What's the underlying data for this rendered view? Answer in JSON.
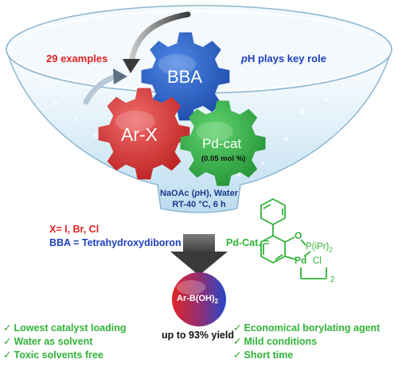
{
  "funnel": {
    "examples_text": "29 examples",
    "ph_italic": "p",
    "ph_text": "H plays key role",
    "conditions_line1_prefix": "NaOAc (",
    "conditions_line1_italic": "p",
    "conditions_line1_suffix": "H), Water",
    "conditions_line2": "RT-40 °C, 6 h"
  },
  "gears": {
    "bba_label": "BBA",
    "arx_label": "Ar-X",
    "pdcat_label": "Pd-cat",
    "pdcat_loading": "(0.05 mol %)",
    "product_label": "Ar-B(OH)",
    "product_sub": "2"
  },
  "definitions": {
    "x_def": "X= I, Br, Cl",
    "bba_def": "BBA = Tetrahydroxydiboron",
    "pdcat_def": "Pd-Cat. ="
  },
  "structure": {
    "o_label": "O",
    "p_label": "P(iPr)",
    "p_sub": "2",
    "pd_label": "Pd",
    "cl_label": "Cl",
    "dimer_sub": "2"
  },
  "yield_text": "up to 93% yield",
  "features_left": [
    "Lowest catalyst loading",
    "Water as solvent",
    "Toxic solvents free"
  ],
  "features_right": [
    "Economical borylating agent",
    "Mild conditions",
    "Short time"
  ],
  "check_glyph": "✓",
  "colors": {
    "red": "#e02020",
    "blue": "#1f3fbf",
    "green": "#31b339",
    "bba_gear": "#2a62c9",
    "arx_gear": "#e23a3a",
    "pd_gear": "#2fb84a"
  }
}
